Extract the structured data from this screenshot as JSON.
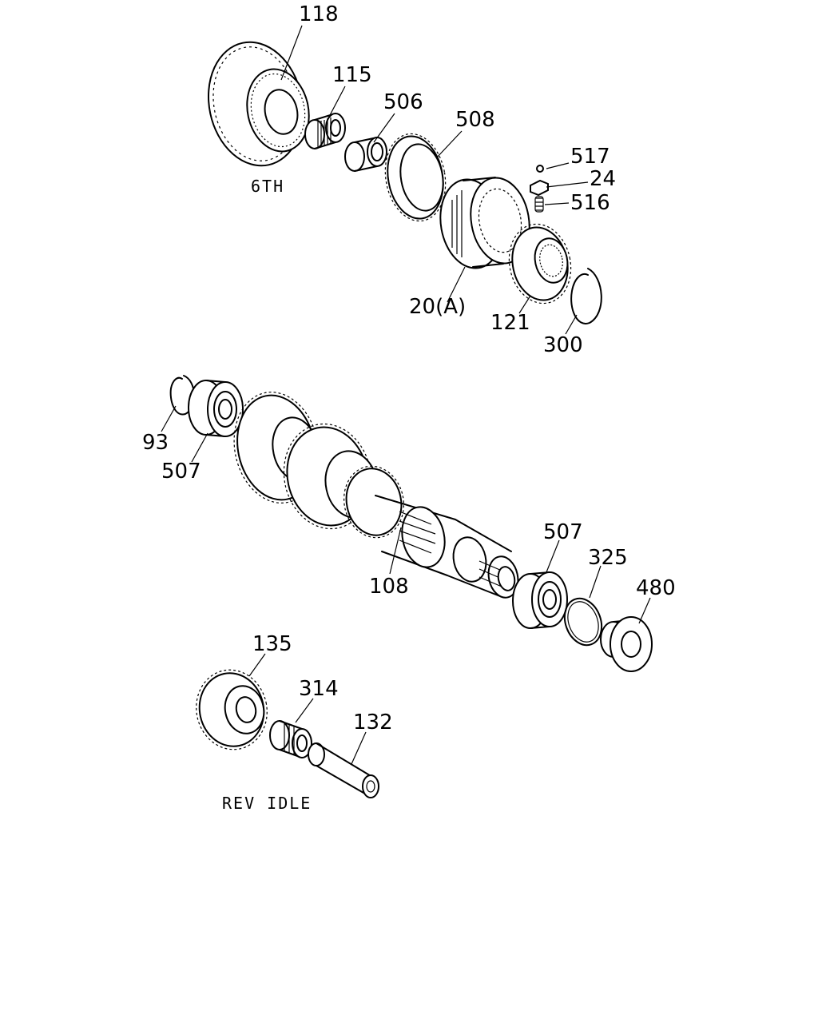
{
  "callouts": {
    "p118": "118",
    "p115": "115",
    "p506": "506",
    "p508": "508",
    "p517": "517",
    "p24": "24",
    "p516": "516",
    "p20a": "20(A)",
    "p121": "121",
    "p300": "300",
    "p93": "93",
    "p507a": "507",
    "p108": "108",
    "p507b": "507",
    "p325": "325",
    "p480": "480",
    "p135": "135",
    "p314": "314",
    "p132": "132"
  },
  "captions": {
    "sixth": "6TH",
    "rev_idle": "REV IDLE"
  }
}
